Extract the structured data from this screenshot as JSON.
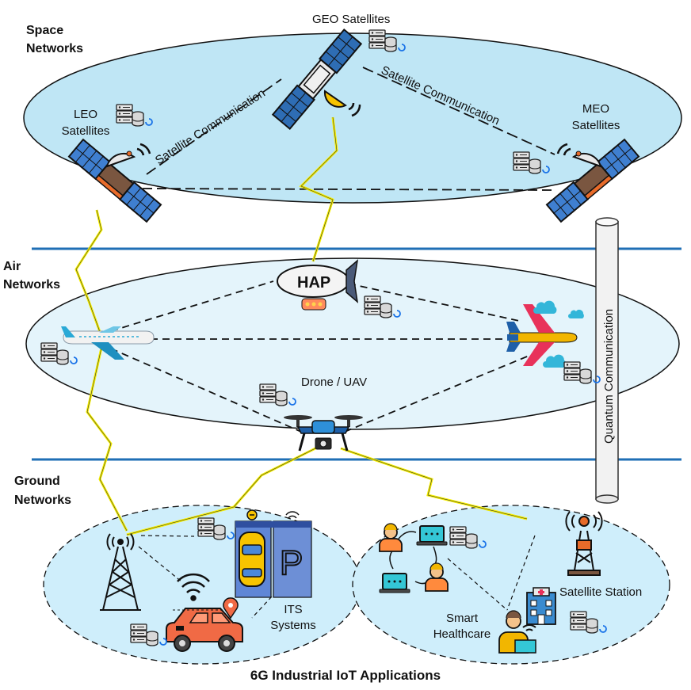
{
  "layers": {
    "space": {
      "label_line1": "Space",
      "label_line2": "Networks"
    },
    "air": {
      "label_line1": "Air",
      "label_line2": "Networks"
    },
    "ground": {
      "label_line1": "Ground",
      "label_line2": "Networks"
    }
  },
  "satellites": {
    "geo": "GEO Satellites",
    "leo_line1": "LEO",
    "leo_line2": "Satellites",
    "meo_line1": "MEO",
    "meo_line2": "Satellites"
  },
  "links": {
    "sat_comm_left": "Satellite Communication",
    "sat_comm_right": "Satellite Communication",
    "quantum": "Quantum Communication"
  },
  "air_nodes": {
    "hap": "HAP",
    "drone": "Drone / UAV"
  },
  "ground_nodes": {
    "its_line1": "ITS",
    "its_line2": "Systems",
    "parking": "P",
    "health_line1": "Smart",
    "health_line2": "Healthcare",
    "station": "Satellite Station"
  },
  "footer": "6G Industrial IoT Applications",
  "colors": {
    "ellipse_space": "#bfe6f5",
    "ellipse_air": "#e4f4fb",
    "ellipse_ground": "#cfeefb",
    "divider": "#1f6fb5",
    "lightning": "#f7f000",
    "panel": "#2e6db4",
    "car": "#f06a45",
    "parking_bg": "#6d8fd6"
  }
}
